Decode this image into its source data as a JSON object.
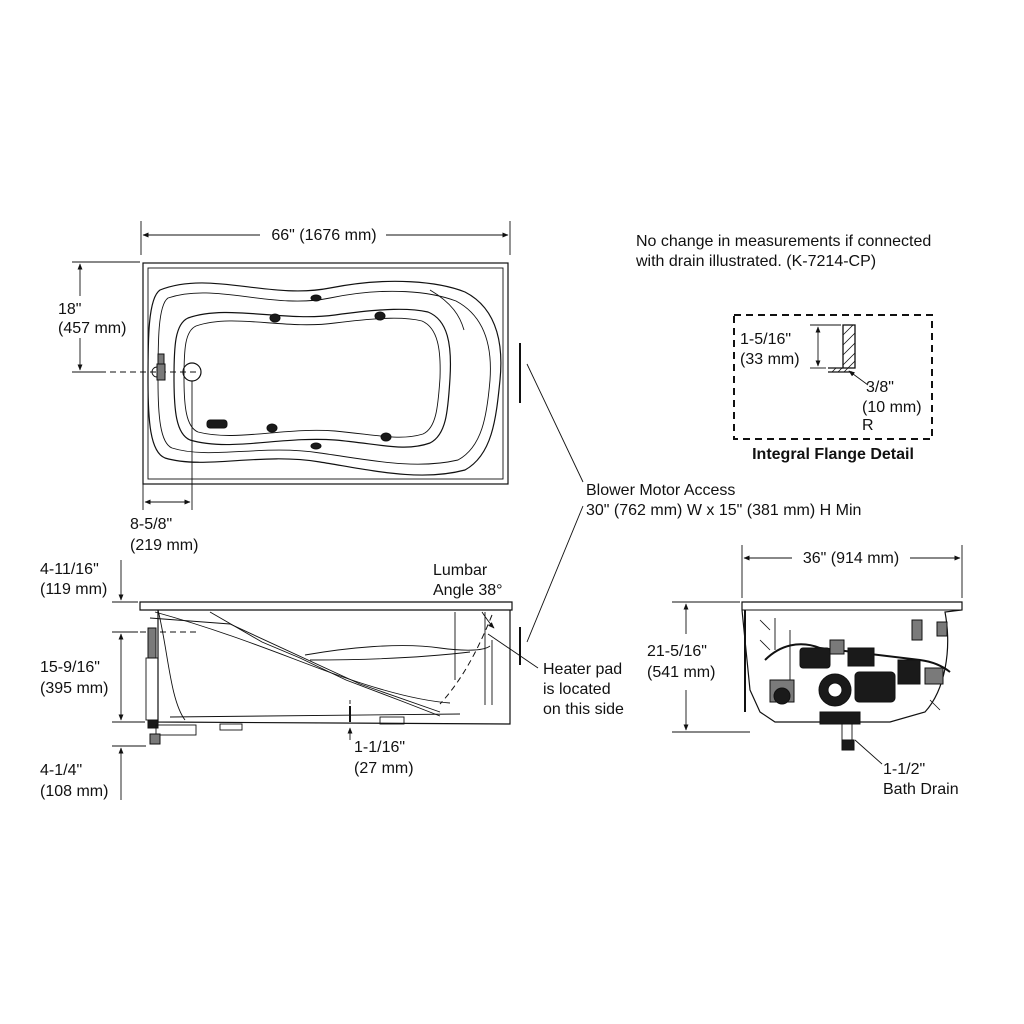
{
  "top_view": {
    "width_dim": "66\" (1676 mm)",
    "drain_offset_dim": [
      "18\"",
      "(457 mm)"
    ],
    "drain_from_edge_dim": [
      "8-5/8\"",
      "(219 mm)"
    ]
  },
  "note": [
    "No change in measurements if connected",
    "with drain illustrated. (K-7214-CP)"
  ],
  "flange_detail": {
    "height_dim": [
      "1-5/16\"",
      "(33 mm)"
    ],
    "radius_dim": [
      "3/8\"",
      "(10 mm)",
      "R"
    ],
    "title": "Integral Flange Detail"
  },
  "blower": [
    "Blower Motor Access",
    "30\" (762 mm) W x 15\" (381 mm) H Min"
  ],
  "side_view": {
    "flange_height_dim": [
      "4-11/16\"",
      "(119 mm)"
    ],
    "depth_dim": [
      "15-9/16\"",
      "(395 mm)"
    ],
    "bottom_dim": [
      "4-1/4\"",
      "(108 mm)"
    ],
    "lumbar": [
      "Lumbar",
      "Angle 38°"
    ],
    "heater": [
      "Heater pad",
      "is located",
      "on this side"
    ],
    "foot_dim": [
      "1-1/16\"",
      "(27 mm)"
    ]
  },
  "end_view": {
    "width_dim": "36\" (914 mm)",
    "height_dim": [
      "21-5/16\"",
      "(541 mm)"
    ],
    "drain": [
      "1-1/2\"",
      "Bath Drain"
    ]
  }
}
